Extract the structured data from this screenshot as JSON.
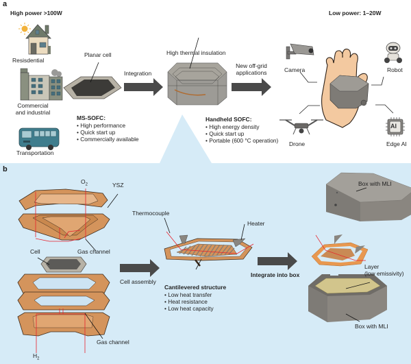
{
  "panel_a": {
    "letter": "a",
    "high_power_title": "High power >100W",
    "low_power_title": "Low power: 1–20W",
    "sectors": [
      {
        "label": "Resisdential",
        "icon": "house-icon"
      },
      {
        "label_line1": "Commercial",
        "label_line2": "and industrial",
        "icon": "factory-icon"
      },
      {
        "label": "Transportation",
        "icon": "bus-icon"
      }
    ],
    "planar_cell_label": "Planar cell",
    "integration_label": "Integration",
    "thermal_label": "High thermal insulation",
    "new_apps_line1": "New off-grid",
    "new_apps_line2": "applications",
    "ms_sofc": {
      "title": "MS-SOFC:",
      "items": [
        "High performance",
        "Quick start up",
        "Commercially available"
      ]
    },
    "handheld_sofc": {
      "title": "Handheld SOFC:",
      "items": [
        "High energy density",
        "Quick start up",
        "Portable (600 °C operation)"
      ]
    },
    "applications": [
      {
        "label": "Camera",
        "icon": "security-camera-icon"
      },
      {
        "label": "Robot",
        "icon": "robot-icon"
      },
      {
        "label": "Drone",
        "icon": "drone-icon"
      },
      {
        "label": "Edge AI",
        "icon": "ai-chip-icon",
        "chip_text": "AI"
      }
    ]
  },
  "panel_b": {
    "letter": "b",
    "o2_label": "O",
    "o2_sub": "2",
    "h2_label": "H",
    "h2_sub": "2",
    "ysz_label": "YSZ",
    "gas_channel_top": "Gas channel",
    "gas_channel_bottom": "Gas channel",
    "cell_label": "Cell",
    "cell_assembly_label": "Cell assembly",
    "thermocouple_label": "Thermocouple",
    "heater_label": "Heater",
    "cantilever": {
      "title": "Cantilevered structure",
      "items": [
        "Low heat transfer",
        "Heat resistance",
        "Low heat capacity"
      ]
    },
    "integrate_label": "Integrate into box",
    "box_top_label": "Box with MLI",
    "box_bottom_label": "Box with MLI",
    "layer_line1": "Layer",
    "layer_line2": "(low emissivity)"
  },
  "colors": {
    "panel_b_bg": "#d6ebf7",
    "copper": "#d4945c",
    "copper_dark": "#3a2a1c",
    "gas_flow": "#e8202a",
    "box_gray": "#8a8680",
    "arrow_gray": "#4a4a4a"
  }
}
